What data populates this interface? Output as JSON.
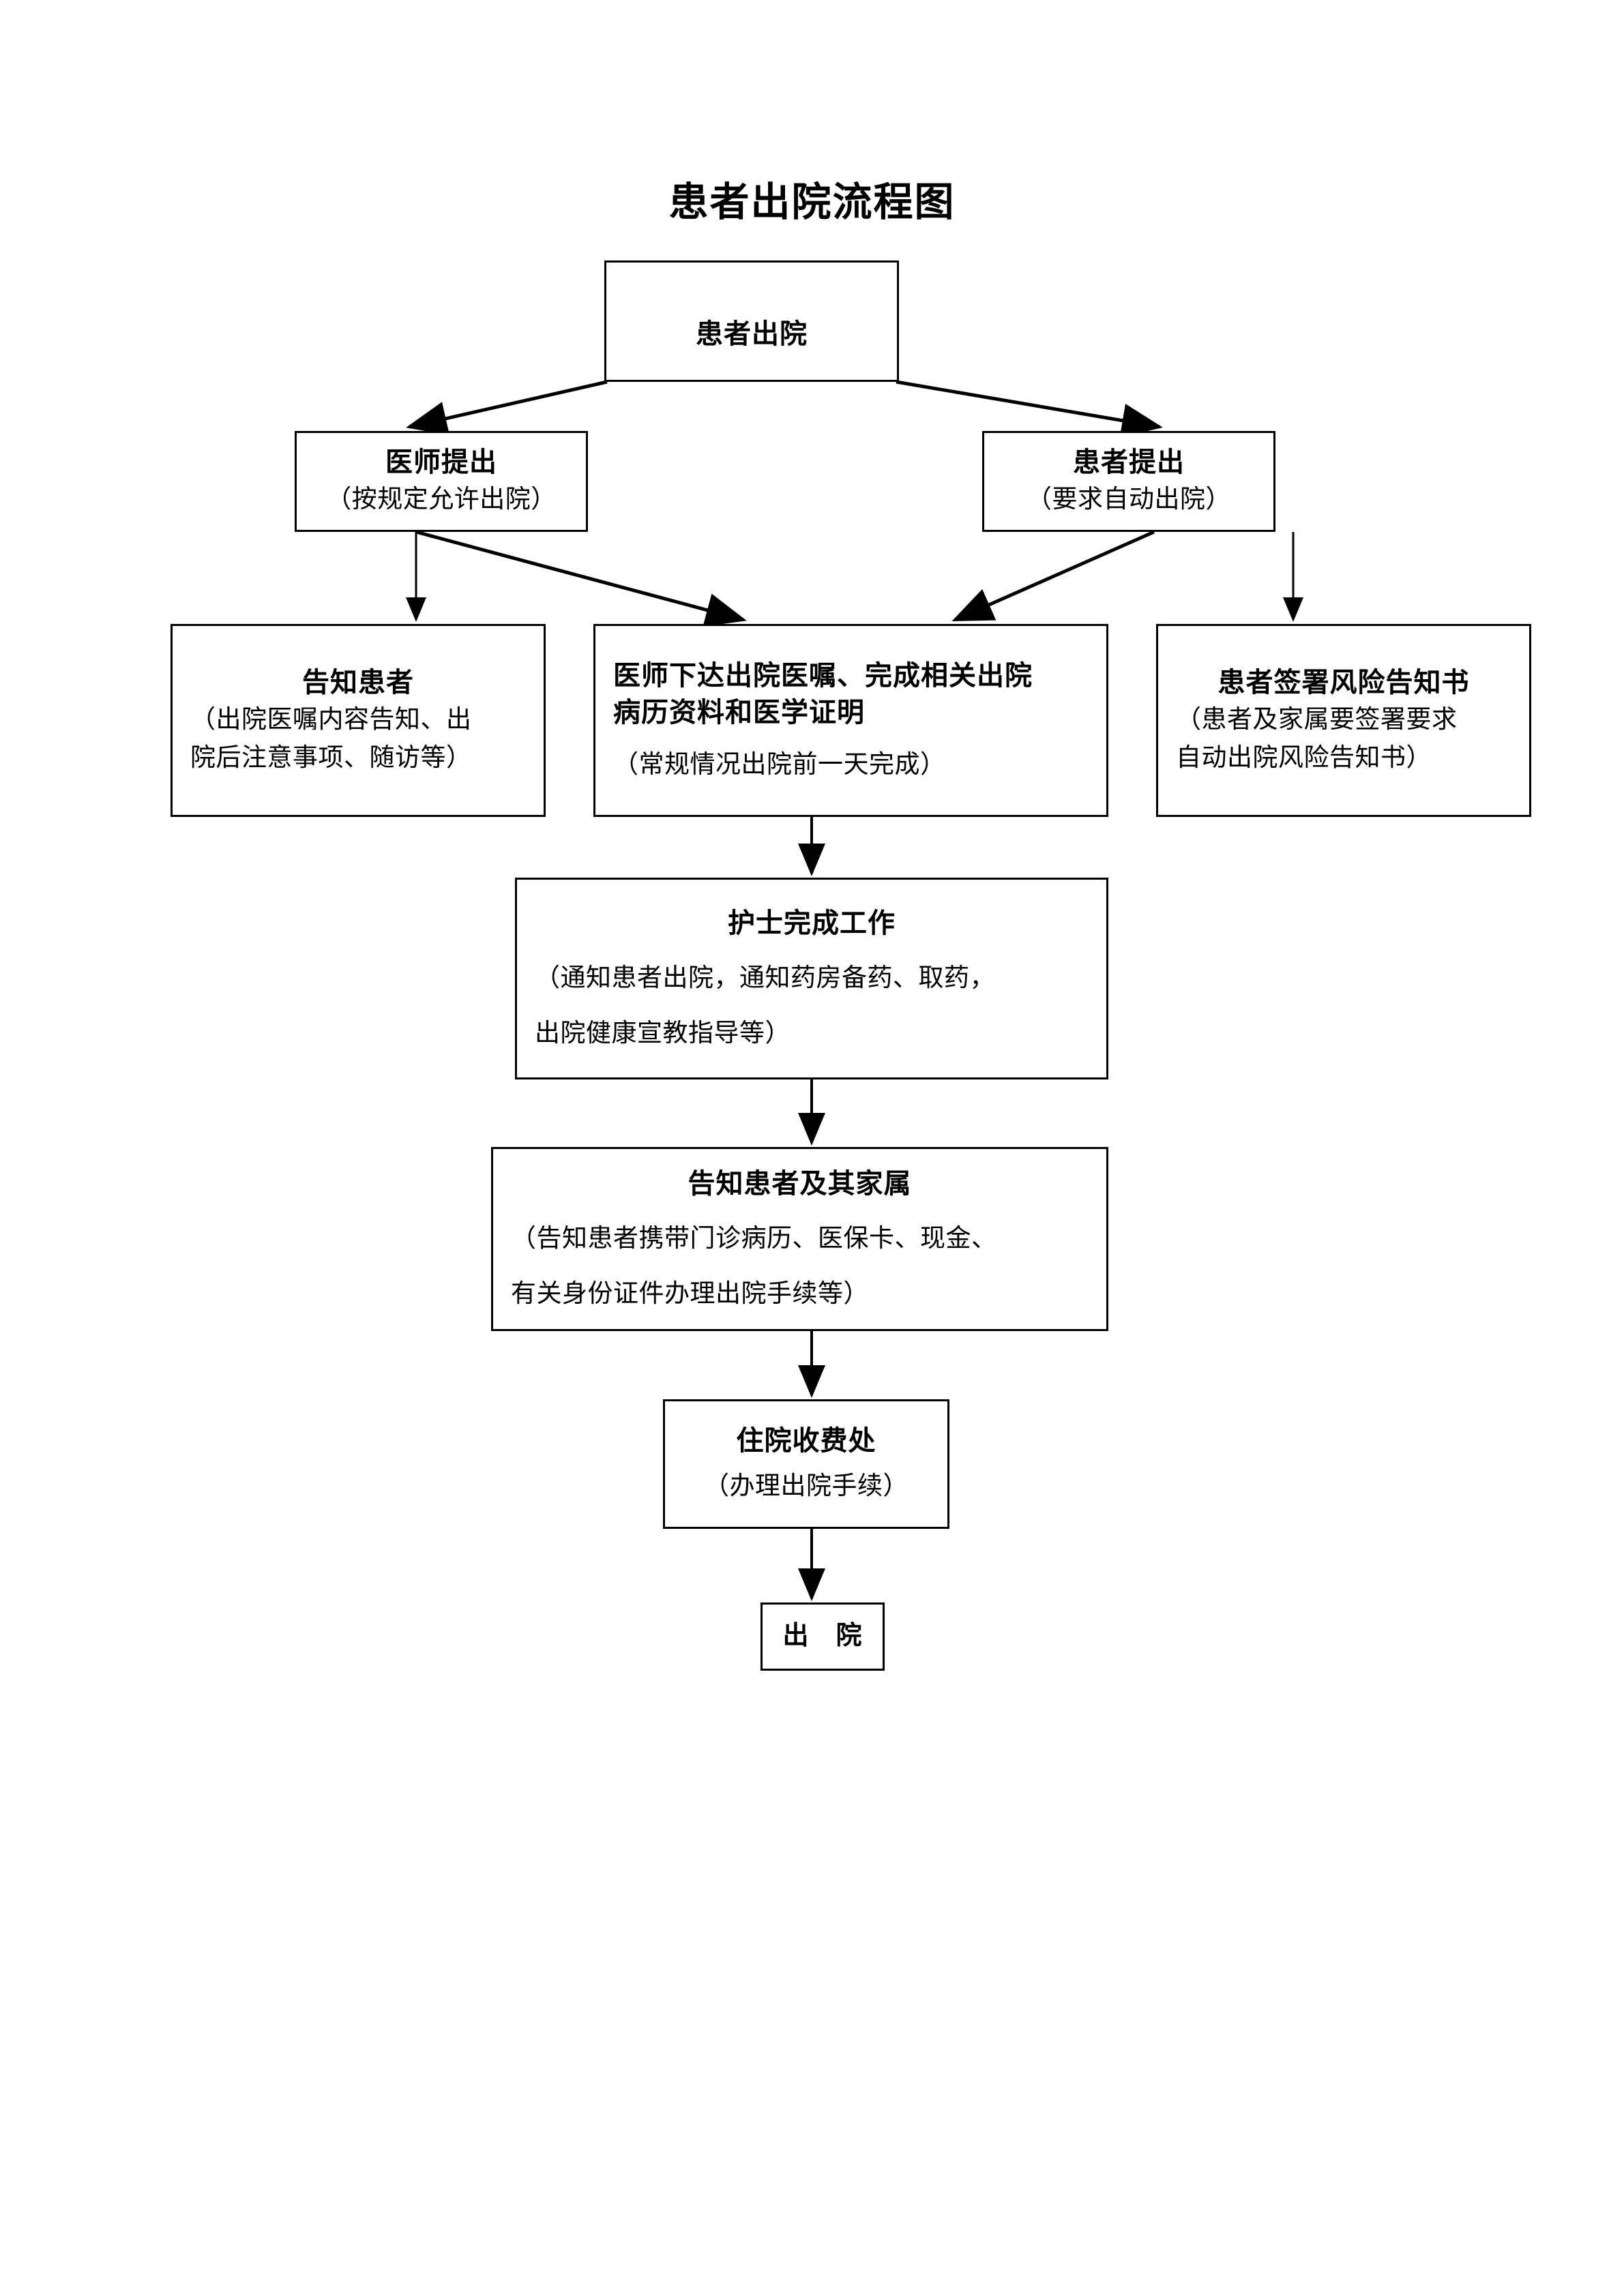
{
  "document": {
    "title": "患者出院流程图",
    "type": "flowchart",
    "background_color": "#ffffff",
    "line_color": "#000000"
  },
  "nodes": {
    "start": {
      "head": "患者出院"
    },
    "doctor_request": {
      "head": "医师提出",
      "sub": "（按规定允许出院）"
    },
    "patient_request": {
      "head": "患者提出",
      "sub": "（要求自动出院）"
    },
    "inform_patient": {
      "head": "告知患者",
      "sub_line1": "（出院医嘱内容告知、出",
      "sub_line2": "院后注意事项、随访等）"
    },
    "doctor_orders": {
      "head_line1": "医师下达出院医嘱、完成相关出院",
      "head_line2": "病历资料和医学证明",
      "sub": "（常规情况出院前一天完成）"
    },
    "risk_notice": {
      "head": "患者签署风险告知书",
      "sub_line1": "（患者及家属要签署要求",
      "sub_line2": "自动出院风险告知书）"
    },
    "nurse_work": {
      "head": "护士完成工作",
      "sub_line1": "（通知患者出院，通知药房备药、取药，",
      "sub_line2": "出院健康宣教指导等）"
    },
    "inform_family": {
      "head": "告知患者及其家属",
      "sub_line1": "（告知患者携带门诊病历、医保卡、现金、",
      "sub_line2": "有关身份证件办理出院手续等）"
    },
    "cashier": {
      "head": "住院收费处",
      "sub": "（办理出院手续）"
    },
    "discharge": {
      "head": "出　院"
    }
  },
  "connections": [
    {
      "from": "start",
      "to": "doctor_request",
      "style": "diagonal-arrow"
    },
    {
      "from": "start",
      "to": "patient_request",
      "style": "diagonal-arrow"
    },
    {
      "from": "doctor_request",
      "to": "inform_patient",
      "style": "vertical-arrow"
    },
    {
      "from": "doctor_request",
      "to": "doctor_orders",
      "style": "diagonal-arrow"
    },
    {
      "from": "patient_request",
      "to": "doctor_orders",
      "style": "diagonal-arrow"
    },
    {
      "from": "patient_request",
      "to": "risk_notice",
      "style": "vertical-arrow"
    },
    {
      "from": "doctor_orders",
      "to": "nurse_work",
      "style": "vertical-arrow"
    },
    {
      "from": "nurse_work",
      "to": "inform_family",
      "style": "vertical-arrow"
    },
    {
      "from": "inform_family",
      "to": "cashier",
      "style": "vertical-arrow"
    },
    {
      "from": "cashier",
      "to": "discharge",
      "style": "vertical-arrow"
    }
  ]
}
